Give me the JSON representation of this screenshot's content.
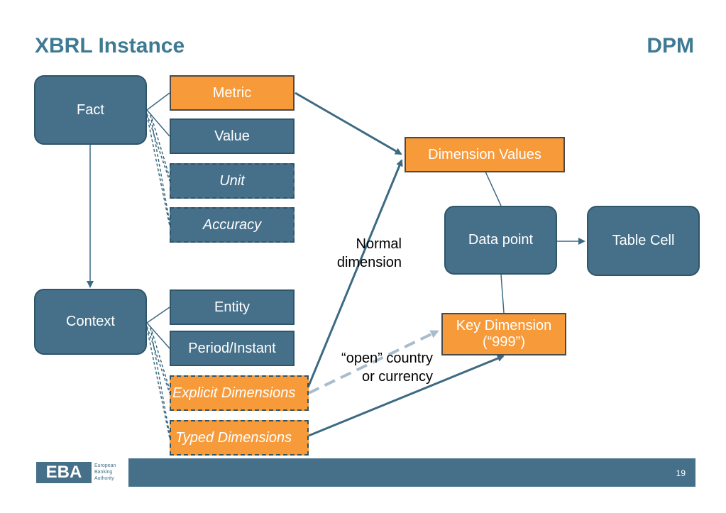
{
  "header": {
    "left_title": "XBRL Instance",
    "right_title": "DPM"
  },
  "xbrl": {
    "fact": "Fact",
    "context": "Context",
    "fact_parts": {
      "metric": "Metric",
      "value": "Value",
      "unit": "Unit",
      "accuracy": "Accuracy"
    },
    "context_parts": {
      "entity": "Entity",
      "period": "Period/Instant",
      "explicit_dimensions": "Explicit Dimensions",
      "typed_dimensions": "Typed Dimensions"
    }
  },
  "dpm": {
    "dimension_values": "Dimension Values",
    "data_point": "Data point",
    "table_cell": "Table Cell",
    "key_dimension_line1": "Key Dimension",
    "key_dimension_line2": "(“999”)"
  },
  "annotations": {
    "normal_dimension_line1": "Normal",
    "normal_dimension_line2": "dimension",
    "open_country_line1": "“open” country",
    "open_country_line2": "or currency"
  },
  "footer": {
    "logo_text": "EBA",
    "org_line1": "European",
    "org_line2": "Banking",
    "org_line3": "Authority",
    "page_number": "19"
  },
  "colors": {
    "title": "#3f7a93",
    "blue_box": "#46708a",
    "orange_box": "#f79a3a",
    "connector": "#3d6a82",
    "dashed_arrow": "#a9bccb"
  }
}
